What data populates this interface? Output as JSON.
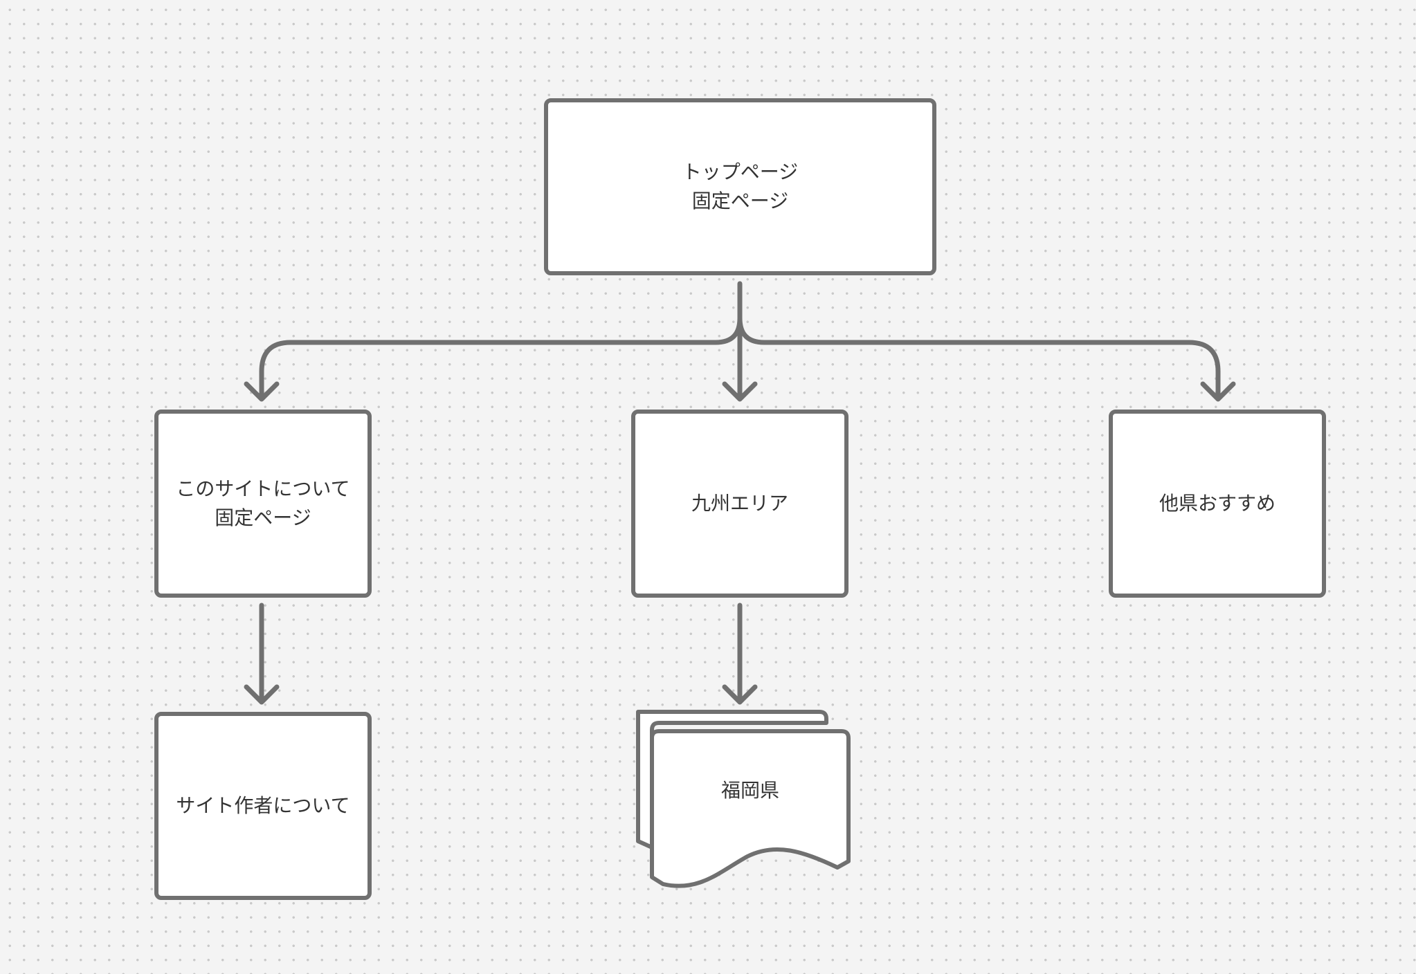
{
  "diagram": {
    "nodes": {
      "top": {
        "line1": "トップページ",
        "line2": "固定ページ"
      },
      "about": {
        "line1": "このサイトについて",
        "line2": "固定ページ"
      },
      "kyushu": {
        "line1": "九州エリア"
      },
      "other": {
        "line1": "他県おすすめ"
      },
      "author": {
        "line1": "サイト作者について"
      },
      "fukuoka": {
        "line1": "福岡県"
      }
    },
    "edges": [
      {
        "from": "トップページ",
        "to": "このサイトについて"
      },
      {
        "from": "トップページ",
        "to": "九州エリア"
      },
      {
        "from": "トップページ",
        "to": "他県おすすめ"
      },
      {
        "from": "このサイトについて",
        "to": "サイト作者について"
      },
      {
        "from": "九州エリア",
        "to": "福岡県"
      }
    ],
    "colors": {
      "stroke": "#707070",
      "node_fill": "#ffffff",
      "text": "#333333",
      "background": "#f4f4f4",
      "grid_dot": "#c9c9c9"
    }
  }
}
